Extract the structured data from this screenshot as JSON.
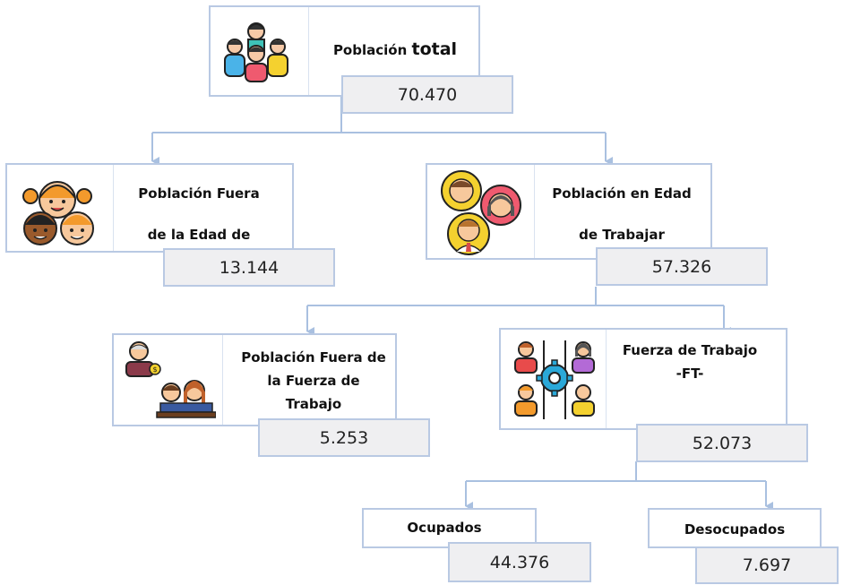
{
  "nodes": {
    "total": {
      "label_a": "Población ",
      "label_b": "total",
      "value": "70.470"
    },
    "fuera_edad": {
      "line1": "Población Fuera",
      "line2": "de la Edad de",
      "value": "13.144"
    },
    "edad_trabajar": {
      "line1": "Población en Edad",
      "line2": "de Trabajar",
      "value": "57.326"
    },
    "fuera_ft": {
      "line1": "Población Fuera de",
      "line2": "la Fuerza de",
      "line3": "Trabajo",
      "value": "5.253"
    },
    "ft": {
      "line1": "Fuerza de Trabajo",
      "line2": "-FT-",
      "value": "52.073"
    },
    "ocupados": {
      "label": "Ocupados",
      "value": "44.376"
    },
    "desocupados": {
      "label": "Desocupados",
      "value": "7.697"
    }
  },
  "icons": {
    "total": "family-group-icon",
    "fuera_edad": "children-icon",
    "edad_trabajar": "adults-group-icon",
    "fuera_ft": "retirees-students-icon",
    "ft": "workforce-gear-icon"
  },
  "colors": {
    "border": "#b9c9e3",
    "connector": "#a9c0e0",
    "value_bg": "#efeff1"
  }
}
